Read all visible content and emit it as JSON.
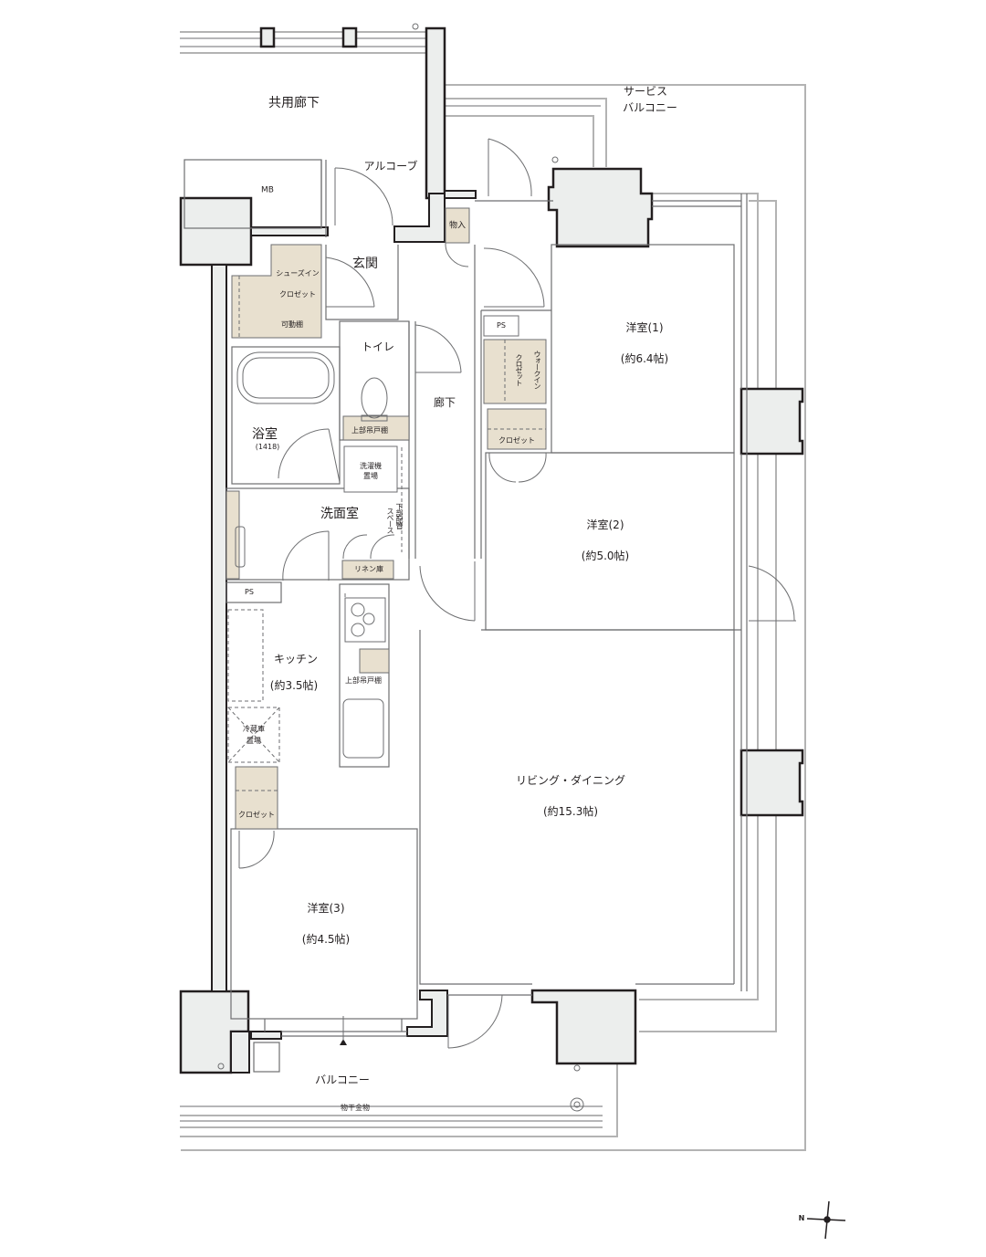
{
  "plan": {
    "colors": {
      "structure_fill": "#eceeed",
      "storage_fill": "#e8e0cf",
      "wall_stroke": "#231f20",
      "thin_line": "#6d6e70",
      "light_line": "#b3b3b3"
    },
    "rooms": {
      "common_corridor": "共用廊下",
      "service_balcony": "サービス\nバルコニー",
      "service_balcony_line1": "サービス",
      "service_balcony_line2": "バルコニー",
      "alcove": "アルコーブ",
      "mb": "MB",
      "storage": "物入",
      "entrance": "玄関",
      "shoe_closet_line1": "シューズイン",
      "shoe_closet_line2": "クロゼット",
      "movable_shelf": "可動棚",
      "toilet": "トイレ",
      "upper_cabinet_toilet": "上部吊戸棚",
      "bathroom": "浴室",
      "bathroom_size": "(1418)",
      "washer_line1": "洗濯機",
      "washer_line2": "置場",
      "washroom": "洗面室",
      "under_pipe_space": "下部配管スペース",
      "under_pipe_col1": "下部配管",
      "under_pipe_col2": "スペース",
      "linen": "リネン庫",
      "ps_left": "PS",
      "ps_right": "PS",
      "hallway": "廊下",
      "walk_in_line1": "ウォークイン",
      "walk_in_line2": "クロゼット",
      "closet_room1": "クロゼット",
      "western1_name": "洋室(1)",
      "western1_size": "(約6.4帖)",
      "western2_name": "洋室(2)",
      "western2_size": "(約5.0帖)",
      "kitchen_name": "キッチン",
      "kitchen_size": "(約3.5帖)",
      "upper_cabinet_kitchen": "上部吊戸棚",
      "fridge_line1": "冷蔵庫",
      "fridge_line2": "置場",
      "closet_room3": "クロゼット",
      "living_name": "リビング・ダイニング",
      "living_size": "(約15.3帖)",
      "western3_name": "洋室(3)",
      "western3_size": "(約4.5帖)",
      "balcony": "バルコニー",
      "clothes_hanger": "物干金物"
    },
    "compass": {
      "north_label": "N"
    }
  }
}
